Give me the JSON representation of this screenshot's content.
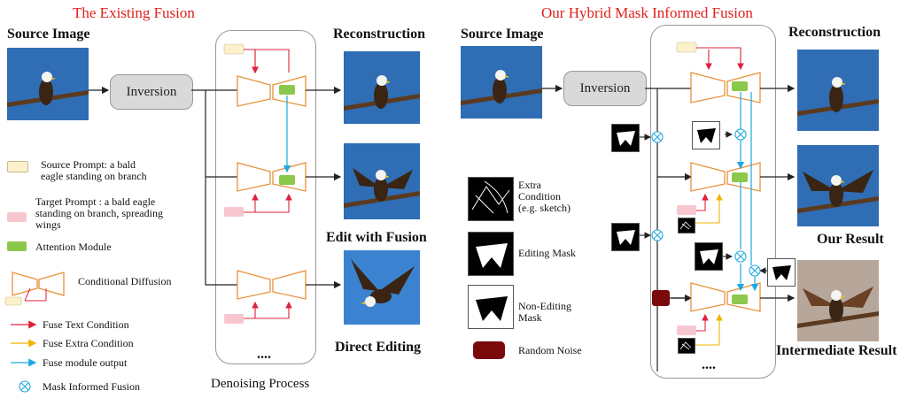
{
  "left": {
    "title": "The Existing Fusion",
    "source_image": "Source Image",
    "inversion": "Inversion",
    "reconstruction": "Reconstruction",
    "edit_with_fusion": "Edit with Fusion",
    "direct_editing": "Direct Editing",
    "dots": "....",
    "denoising_process": "Denoising Process"
  },
  "right": {
    "title": "Our Hybrid Mask Informed Fusion",
    "source_image": "Source Image",
    "inversion": "Inversion",
    "reconstruction": "Reconstruction",
    "our_result": "Our Result",
    "intermediate_result": "Intermediate Result",
    "dots": "...."
  },
  "legend": {
    "source_prompt": "Source Prompt: a bald eagle standing on branch",
    "target_prompt": "Target Prompt : a bald eagle standing on branch, spreading wings",
    "attention_module": "Attention Module",
    "conditional_diffusion": "Conditional Diffusion",
    "fuse_text": "Fuse Text Condition",
    "fuse_extra": "Fuse Extra Condition",
    "fuse_module": "Fuse module output",
    "mask_fusion": "Mask Informed Fusion",
    "extra_condition": "Extra Condition (e.g. sketch)",
    "editing_mask": "Editing Mask",
    "non_editing_mask": "Non-Editing Mask",
    "random_noise": "Random Noise"
  },
  "colors": {
    "title_red": "#e0201b",
    "text_arrow": "#e0203c",
    "extra_arrow": "#f0b400",
    "module_arrow": "#1ca9e0",
    "unet_orange": "#e8923a",
    "source_chip": "#fdf1cc",
    "target_chip": "#f8c6cf",
    "attention_green": "#8cc84b",
    "noise_red": "#7a0a0a",
    "inversion_gray": "#d9d9d9"
  }
}
